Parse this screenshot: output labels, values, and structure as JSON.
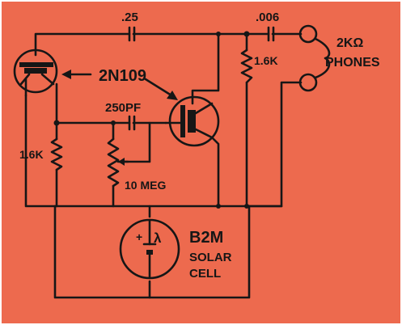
{
  "colors": {
    "background": "#ed6a4e",
    "ink": "#161616",
    "border": "#ffffff"
  },
  "components": {
    "cap_top_left": "25",
    "cap_top_left_prefix": ".",
    "cap_top_right": ".006",
    "headphones": {
      "value": "2KΩ",
      "label": "PHONES"
    },
    "resistor_right": "1.6K",
    "transistor_label": "2N109",
    "cap_middle": "250PF",
    "resistor_left": "1.6K",
    "potentiometer": "10 MEG",
    "cell_name": "B2M",
    "cell_desc_1": "SOLAR",
    "cell_desc_2": "CELL",
    "cell_symbol": "λ",
    "cell_plus": "+"
  },
  "icons": [
    "pnp-transistor-icon",
    "npn-transistor-icon",
    "solar-cell-icon",
    "headphone-jack-icon",
    "capacitor-icon",
    "resistor-icon",
    "potentiometer-icon"
  ]
}
